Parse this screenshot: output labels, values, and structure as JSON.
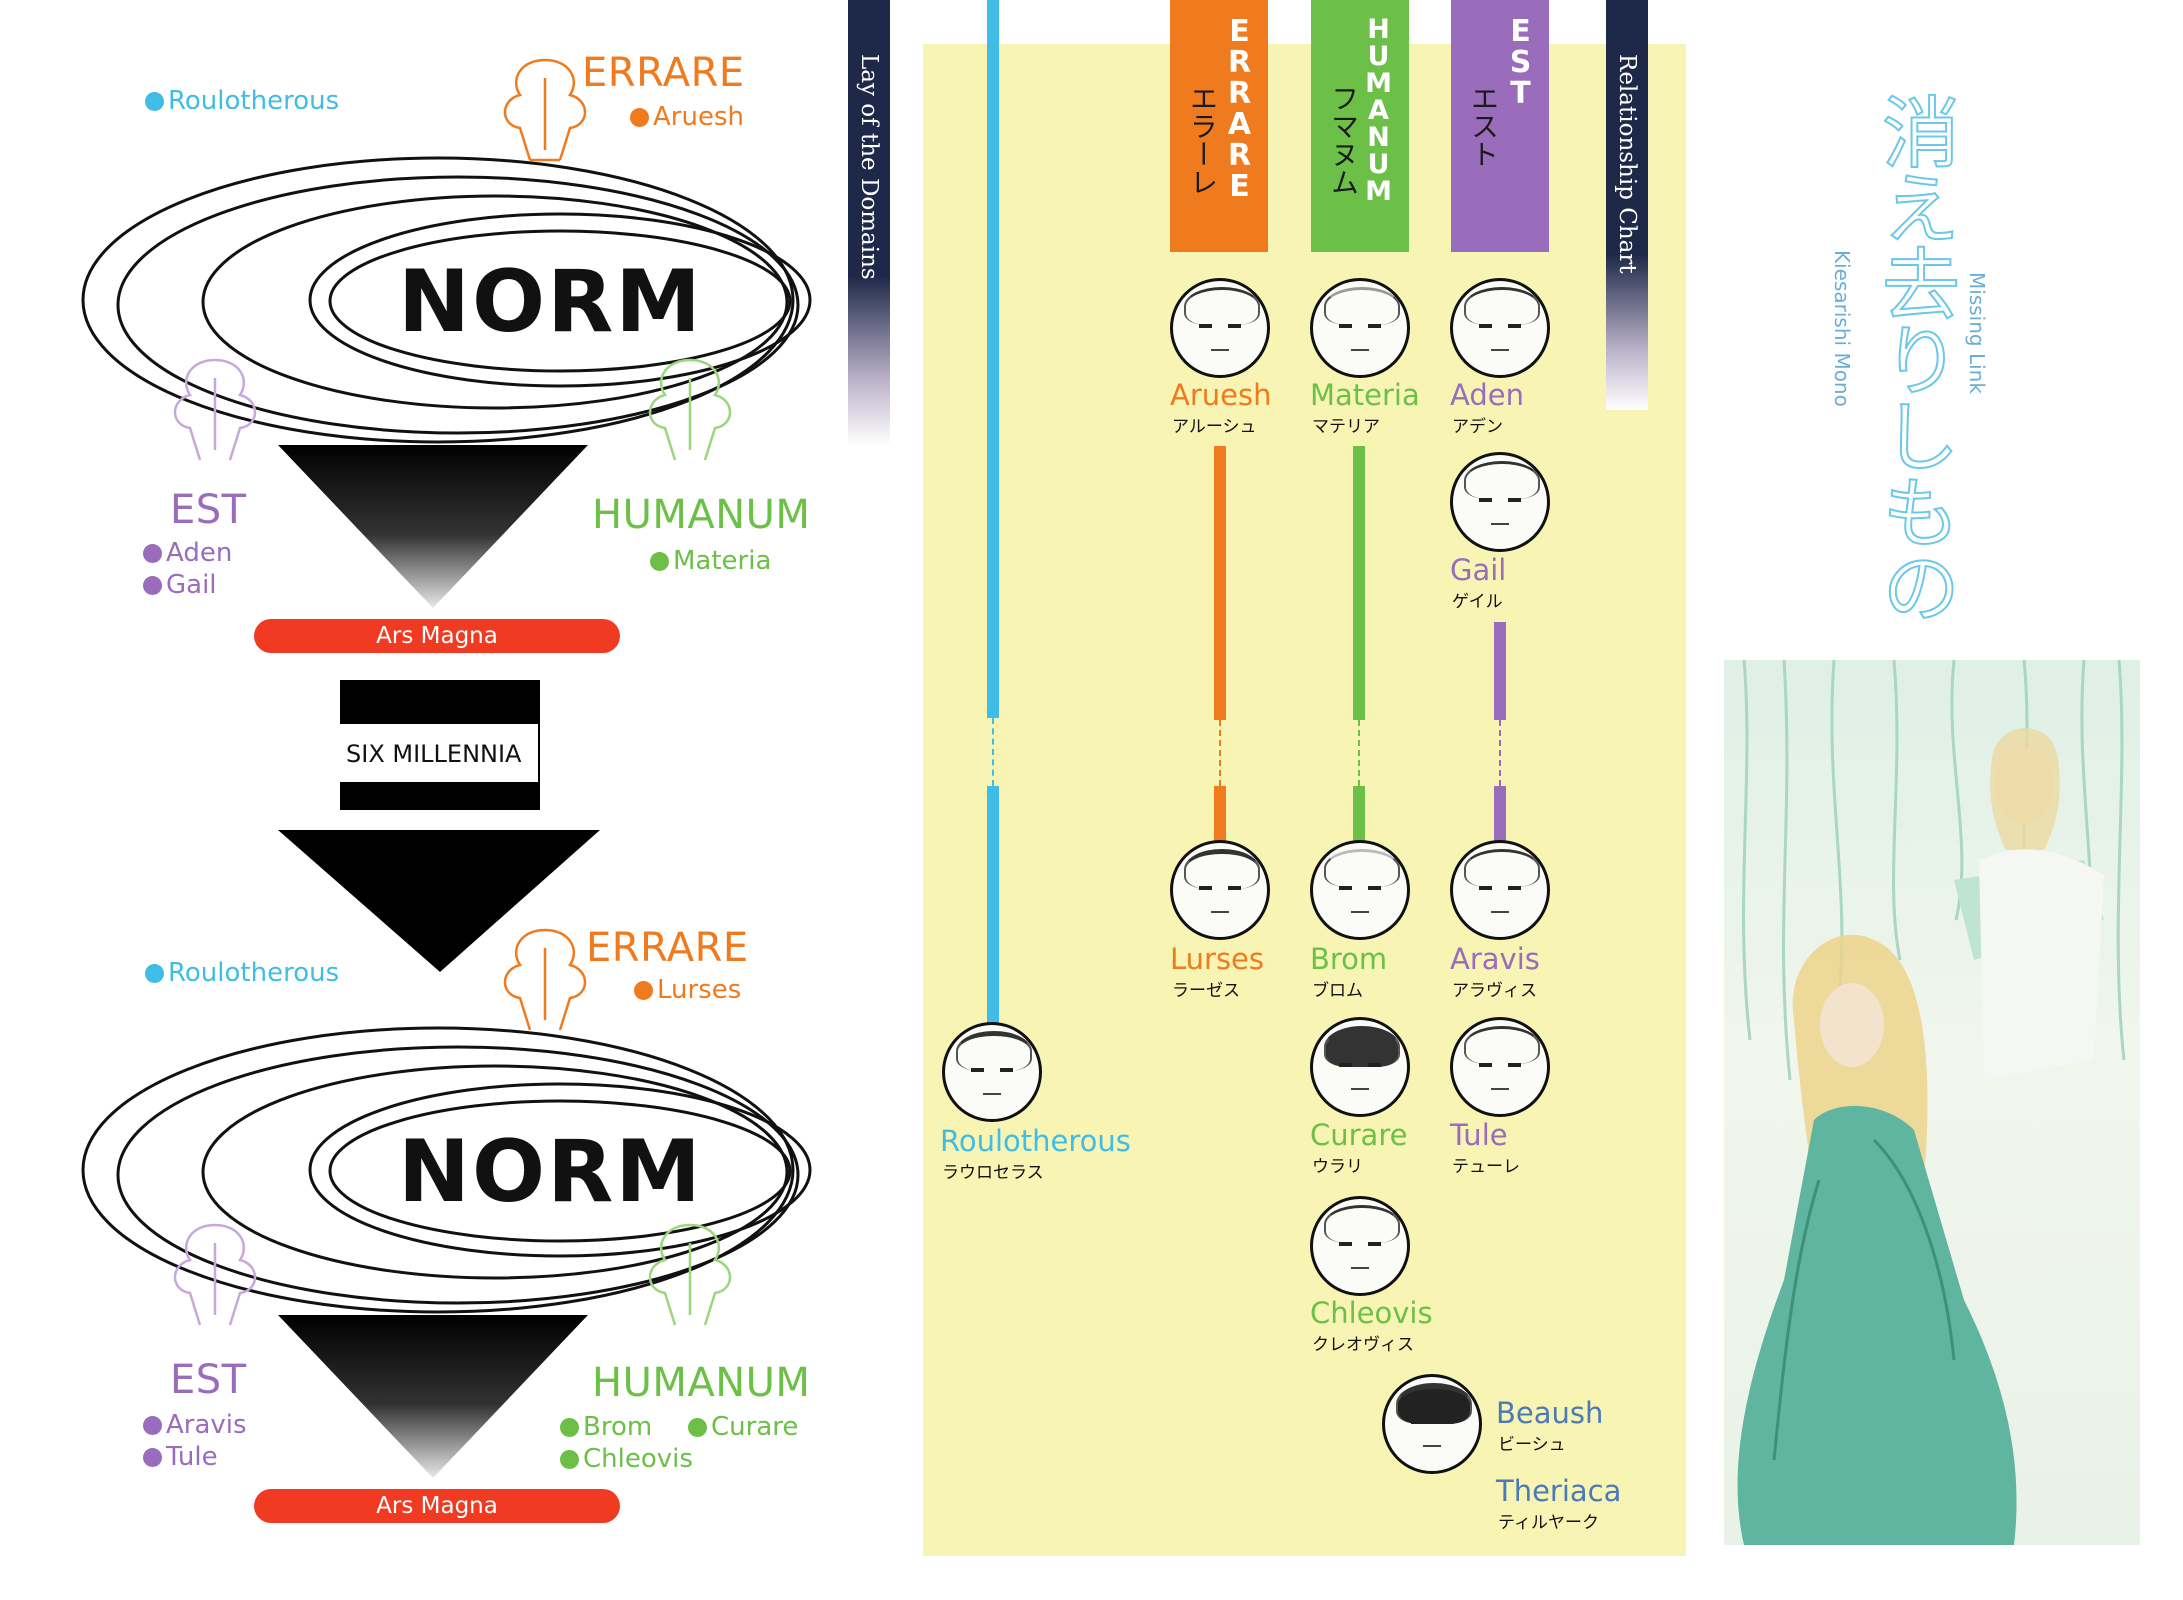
{
  "colors": {
    "roulotherous": "#3fbde6",
    "errare": "#f07a1e",
    "humanum": "#6cc048",
    "est": "#9a6cbc",
    "ars_magna": "#f03a22",
    "chart_bg": "#f8f4b4",
    "banner_dark": "#1e2848"
  },
  "left_diagram": {
    "top": {
      "roulotherous": "Roulotherous",
      "errare": {
        "title": "ERRARE",
        "members": [
          "Aruesh"
        ]
      },
      "est": {
        "title": "EST",
        "members": [
          "Aden",
          "Gail"
        ]
      },
      "humanum": {
        "title": "HUMANUM",
        "members": [
          "Materia"
        ]
      },
      "norm": "NORM",
      "ars_magna": "Ars Magna"
    },
    "arrow_label": "SIX MILLENNIA",
    "bottom": {
      "roulotherous": "Roulotherous",
      "errare": {
        "title": "ERRARE",
        "members": [
          "Lurses"
        ]
      },
      "est": {
        "title": "EST",
        "members": [
          "Aravis",
          "Tule"
        ]
      },
      "humanum": {
        "title": "HUMANUM",
        "members": [
          "Brom",
          "Curare",
          "Chleovis"
        ]
      },
      "norm": "NORM",
      "ars_magna": "Ars Magna"
    }
  },
  "banners": {
    "lay_of_domains": "Lay of the Domains",
    "relationship_chart": "Relationship Chart"
  },
  "columns": {
    "errare": {
      "en": "ERRARE",
      "jp": "エラーレ"
    },
    "humanum": {
      "en": "HUMANUM",
      "jp": "フマヌム"
    },
    "est": {
      "en": "EST",
      "jp": "エスト"
    }
  },
  "characters": {
    "aruesh": {
      "name": "Aruesh",
      "jp": "アルーシュ"
    },
    "materia": {
      "name": "Materia",
      "jp": "マテリア"
    },
    "aden": {
      "name": "Aden",
      "jp": "アデン"
    },
    "gail": {
      "name": "Gail",
      "jp": "ゲイル"
    },
    "lurses": {
      "name": "Lurses",
      "jp": "ラーゼス"
    },
    "brom": {
      "name": "Brom",
      "jp": "ブロム"
    },
    "aravis": {
      "name": "Aravis",
      "jp": "アラヴィス"
    },
    "roulotherous": {
      "name": "Roulotherous",
      "jp": "ラウロセラス"
    },
    "curare": {
      "name": "Curare",
      "jp": "ウラリ"
    },
    "tule": {
      "name": "Tule",
      "jp": "テューレ"
    },
    "chleovis": {
      "name": "Chleovis",
      "jp": "クレオヴィス"
    },
    "beaush": {
      "name": "Beaush",
      "jp": "ビーシュ"
    },
    "theriaca": {
      "name": "Theriaca",
      "jp": "ティルヤーク"
    }
  },
  "title_panel": {
    "jp_title": "消え去りしもの",
    "en_title": "Missing Link",
    "romaji": "Kiesarishi Mono"
  }
}
